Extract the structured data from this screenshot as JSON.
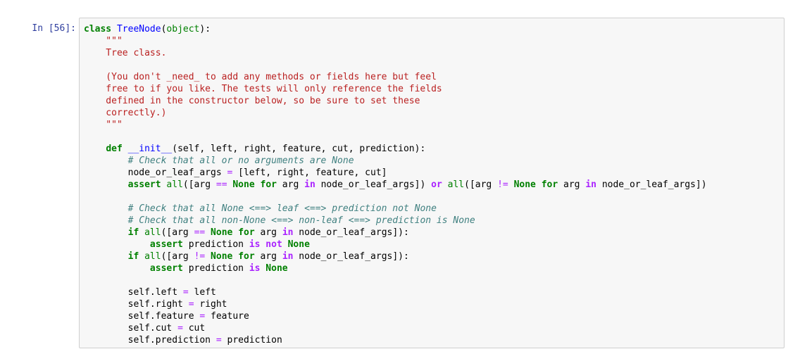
{
  "cell": {
    "prompt": "In [56]:",
    "lines": [
      [
        {
          "t": "k",
          "v": "class"
        },
        {
          "t": "n",
          "v": " "
        },
        {
          "t": "nc",
          "v": "TreeNode"
        },
        {
          "t": "n",
          "v": "("
        },
        {
          "t": "nb",
          "v": "object"
        },
        {
          "t": "n",
          "v": "):"
        }
      ],
      [
        {
          "t": "s",
          "v": "    \"\"\""
        }
      ],
      [
        {
          "t": "s",
          "v": "    Tree class."
        }
      ],
      [
        {
          "t": "s",
          "v": ""
        }
      ],
      [
        {
          "t": "s",
          "v": "    (You don't _need_ to add any methods or fields here but feel"
        }
      ],
      [
        {
          "t": "s",
          "v": "    free to if you like. The tests will only reference the fields"
        }
      ],
      [
        {
          "t": "s",
          "v": "    defined in the constructor below, so be sure to set these"
        }
      ],
      [
        {
          "t": "s",
          "v": "    correctly.)"
        }
      ],
      [
        {
          "t": "s",
          "v": "    \"\"\""
        }
      ],
      [
        {
          "t": "n",
          "v": ""
        }
      ],
      [
        {
          "t": "n",
          "v": "    "
        },
        {
          "t": "k",
          "v": "def"
        },
        {
          "t": "n",
          "v": " "
        },
        {
          "t": "nf",
          "v": "__init__"
        },
        {
          "t": "n",
          "v": "(self, left, right, feature, cut, prediction):"
        }
      ],
      [
        {
          "t": "n",
          "v": "        "
        },
        {
          "t": "c",
          "v": "# Check that all or no arguments are None"
        }
      ],
      [
        {
          "t": "n",
          "v": "        node_or_leaf_args "
        },
        {
          "t": "o",
          "v": "="
        },
        {
          "t": "n",
          "v": " [left, right, feature, cut]"
        }
      ],
      [
        {
          "t": "n",
          "v": "        "
        },
        {
          "t": "k",
          "v": "assert"
        },
        {
          "t": "n",
          "v": " "
        },
        {
          "t": "nb",
          "v": "all"
        },
        {
          "t": "n",
          "v": "([arg "
        },
        {
          "t": "o",
          "v": "=="
        },
        {
          "t": "n",
          "v": " "
        },
        {
          "t": "kn",
          "v": "None"
        },
        {
          "t": "n",
          "v": " "
        },
        {
          "t": "k",
          "v": "for"
        },
        {
          "t": "n",
          "v": " arg "
        },
        {
          "t": "ow",
          "v": "in"
        },
        {
          "t": "n",
          "v": " node_or_leaf_args]) "
        },
        {
          "t": "ow",
          "v": "or"
        },
        {
          "t": "n",
          "v": " "
        },
        {
          "t": "nb",
          "v": "all"
        },
        {
          "t": "n",
          "v": "([arg "
        },
        {
          "t": "o",
          "v": "!="
        },
        {
          "t": "n",
          "v": " "
        },
        {
          "t": "kn",
          "v": "None"
        },
        {
          "t": "n",
          "v": " "
        },
        {
          "t": "k",
          "v": "for"
        },
        {
          "t": "n",
          "v": " arg "
        },
        {
          "t": "ow",
          "v": "in"
        },
        {
          "t": "n",
          "v": " node_or_leaf_args])"
        }
      ],
      [
        {
          "t": "n",
          "v": ""
        }
      ],
      [
        {
          "t": "n",
          "v": "        "
        },
        {
          "t": "c",
          "v": "# Check that all None <==> leaf <==> prediction not None"
        }
      ],
      [
        {
          "t": "n",
          "v": "        "
        },
        {
          "t": "c",
          "v": "# Check that all non-None <==> non-leaf <==> prediction is None"
        }
      ],
      [
        {
          "t": "n",
          "v": "        "
        },
        {
          "t": "k",
          "v": "if"
        },
        {
          "t": "n",
          "v": " "
        },
        {
          "t": "nb",
          "v": "all"
        },
        {
          "t": "n",
          "v": "([arg "
        },
        {
          "t": "o",
          "v": "=="
        },
        {
          "t": "n",
          "v": " "
        },
        {
          "t": "kn",
          "v": "None"
        },
        {
          "t": "n",
          "v": " "
        },
        {
          "t": "k",
          "v": "for"
        },
        {
          "t": "n",
          "v": " arg "
        },
        {
          "t": "ow",
          "v": "in"
        },
        {
          "t": "n",
          "v": " node_or_leaf_args]):"
        }
      ],
      [
        {
          "t": "n",
          "v": "            "
        },
        {
          "t": "k",
          "v": "assert"
        },
        {
          "t": "n",
          "v": " prediction "
        },
        {
          "t": "ow",
          "v": "is"
        },
        {
          "t": "n",
          "v": " "
        },
        {
          "t": "ow",
          "v": "not"
        },
        {
          "t": "n",
          "v": " "
        },
        {
          "t": "kn",
          "v": "None"
        }
      ],
      [
        {
          "t": "n",
          "v": "        "
        },
        {
          "t": "k",
          "v": "if"
        },
        {
          "t": "n",
          "v": " "
        },
        {
          "t": "nb",
          "v": "all"
        },
        {
          "t": "n",
          "v": "([arg "
        },
        {
          "t": "o",
          "v": "!="
        },
        {
          "t": "n",
          "v": " "
        },
        {
          "t": "kn",
          "v": "None"
        },
        {
          "t": "n",
          "v": " "
        },
        {
          "t": "k",
          "v": "for"
        },
        {
          "t": "n",
          "v": " arg "
        },
        {
          "t": "ow",
          "v": "in"
        },
        {
          "t": "n",
          "v": " node_or_leaf_args]):"
        }
      ],
      [
        {
          "t": "n",
          "v": "            "
        },
        {
          "t": "k",
          "v": "assert"
        },
        {
          "t": "n",
          "v": " prediction "
        },
        {
          "t": "ow",
          "v": "is"
        },
        {
          "t": "n",
          "v": " "
        },
        {
          "t": "kn",
          "v": "None"
        }
      ],
      [
        {
          "t": "n",
          "v": ""
        }
      ],
      [
        {
          "t": "n",
          "v": "        self.left "
        },
        {
          "t": "o",
          "v": "="
        },
        {
          "t": "n",
          "v": " left"
        }
      ],
      [
        {
          "t": "n",
          "v": "        self.right "
        },
        {
          "t": "o",
          "v": "="
        },
        {
          "t": "n",
          "v": " right"
        }
      ],
      [
        {
          "t": "n",
          "v": "        self.feature "
        },
        {
          "t": "o",
          "v": "="
        },
        {
          "t": "n",
          "v": " feature"
        }
      ],
      [
        {
          "t": "n",
          "v": "        self.cut "
        },
        {
          "t": "o",
          "v": "="
        },
        {
          "t": "n",
          "v": " cut"
        }
      ],
      [
        {
          "t": "n",
          "v": "        self.prediction "
        },
        {
          "t": "o",
          "v": "="
        },
        {
          "t": "n",
          "v": " prediction"
        }
      ]
    ]
  }
}
